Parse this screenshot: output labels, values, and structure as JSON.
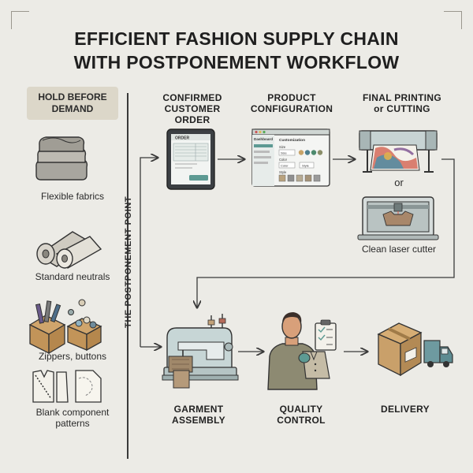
{
  "header": {
    "title_line1": "EFFICIENT FASHION SUPPLY CHAIN",
    "title_line2": "WITH POSTPONEMENT WORKFLOW"
  },
  "left_panel": {
    "heading_line1": "HOLD BEFORE",
    "heading_line2": "DEMAND",
    "items": [
      {
        "label": "Flexible fabrics"
      },
      {
        "label": "Standard neutrals"
      },
      {
        "label": "Zippers, buttons"
      },
      {
        "label_line1": "Blank component",
        "label_line2": "patterns"
      }
    ]
  },
  "postponement_label": "THE POSTPONEMENT POINT",
  "top_row": {
    "order": {
      "line1": "CONFIRMED",
      "line2": "CUSTOMER",
      "line3": "ORDER",
      "screen_title": "ORDER"
    },
    "configuration": {
      "line1": "PRODUCT",
      "line2": "CONFIGURATION",
      "sidebar_title": "Dashboard",
      "panel_title": "Customization",
      "size_label": "Size",
      "size_value": "Size",
      "color_label": "Color",
      "color_value": "Color",
      "color_button": "Style",
      "style_label": "Style"
    },
    "printing": {
      "line1": "FINAL PRINTING",
      "line2": "or CUTTING",
      "or_text": "or",
      "cutter_label": "Clean laser cutter"
    }
  },
  "bottom_row": {
    "assembly": {
      "line1": "GARMENT",
      "line2": "ASSEMBLY"
    },
    "quality": {
      "line1": "QUALITY",
      "line2": "CONTROL"
    },
    "delivery": {
      "line1": "DELIVERY"
    }
  },
  "colors": {
    "background": "#ecebe6",
    "accent_teal": "#5d9a93",
    "skin": "#d8a07a",
    "cardboard": "#c9a06a",
    "machine": "#c7d3d3"
  }
}
